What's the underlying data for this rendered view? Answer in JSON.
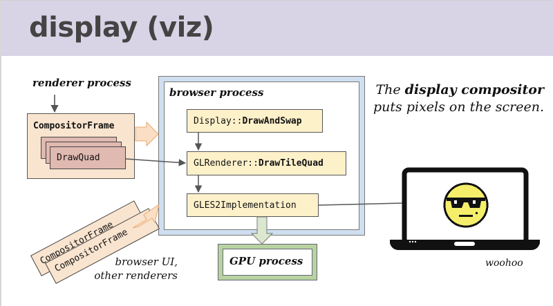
{
  "slide": {
    "title": "display (viz)",
    "header_color": "#d9d3e6"
  },
  "renderer": {
    "label": "renderer process",
    "compositor_frame": "CompositorFrame",
    "draw_quad": "DrawQuad"
  },
  "browser": {
    "label": "browser process",
    "functions": [
      {
        "prefix": "Display::",
        "name": "DrawAndSwap"
      },
      {
        "prefix": "GLRenderer::",
        "name": "DrawTileQuad"
      },
      {
        "prefix": "GLES2Implementation",
        "name": ""
      }
    ]
  },
  "gpu": {
    "label": "GPU process"
  },
  "other_frames": {
    "compositor_frame": "CompositorFrame",
    "caption_line1": "browser UI,",
    "caption_line2": "other renderers"
  },
  "tagline": {
    "pre": "The ",
    "bold": "display compositor",
    "line2": "puts pixels on the screen."
  },
  "laptop": {
    "screen_icon": "sunglasses-smiley-icon",
    "caption": "woohoo"
  },
  "colors": {
    "frame_fill": "#f9e4cf",
    "quad_fill": "#e0b9b1",
    "browser_border": "#cfdff0",
    "function_fill": "#fdf1ca",
    "gpu_border": "#b8d3a0",
    "smiley_yellow": "#f5ee6a"
  }
}
